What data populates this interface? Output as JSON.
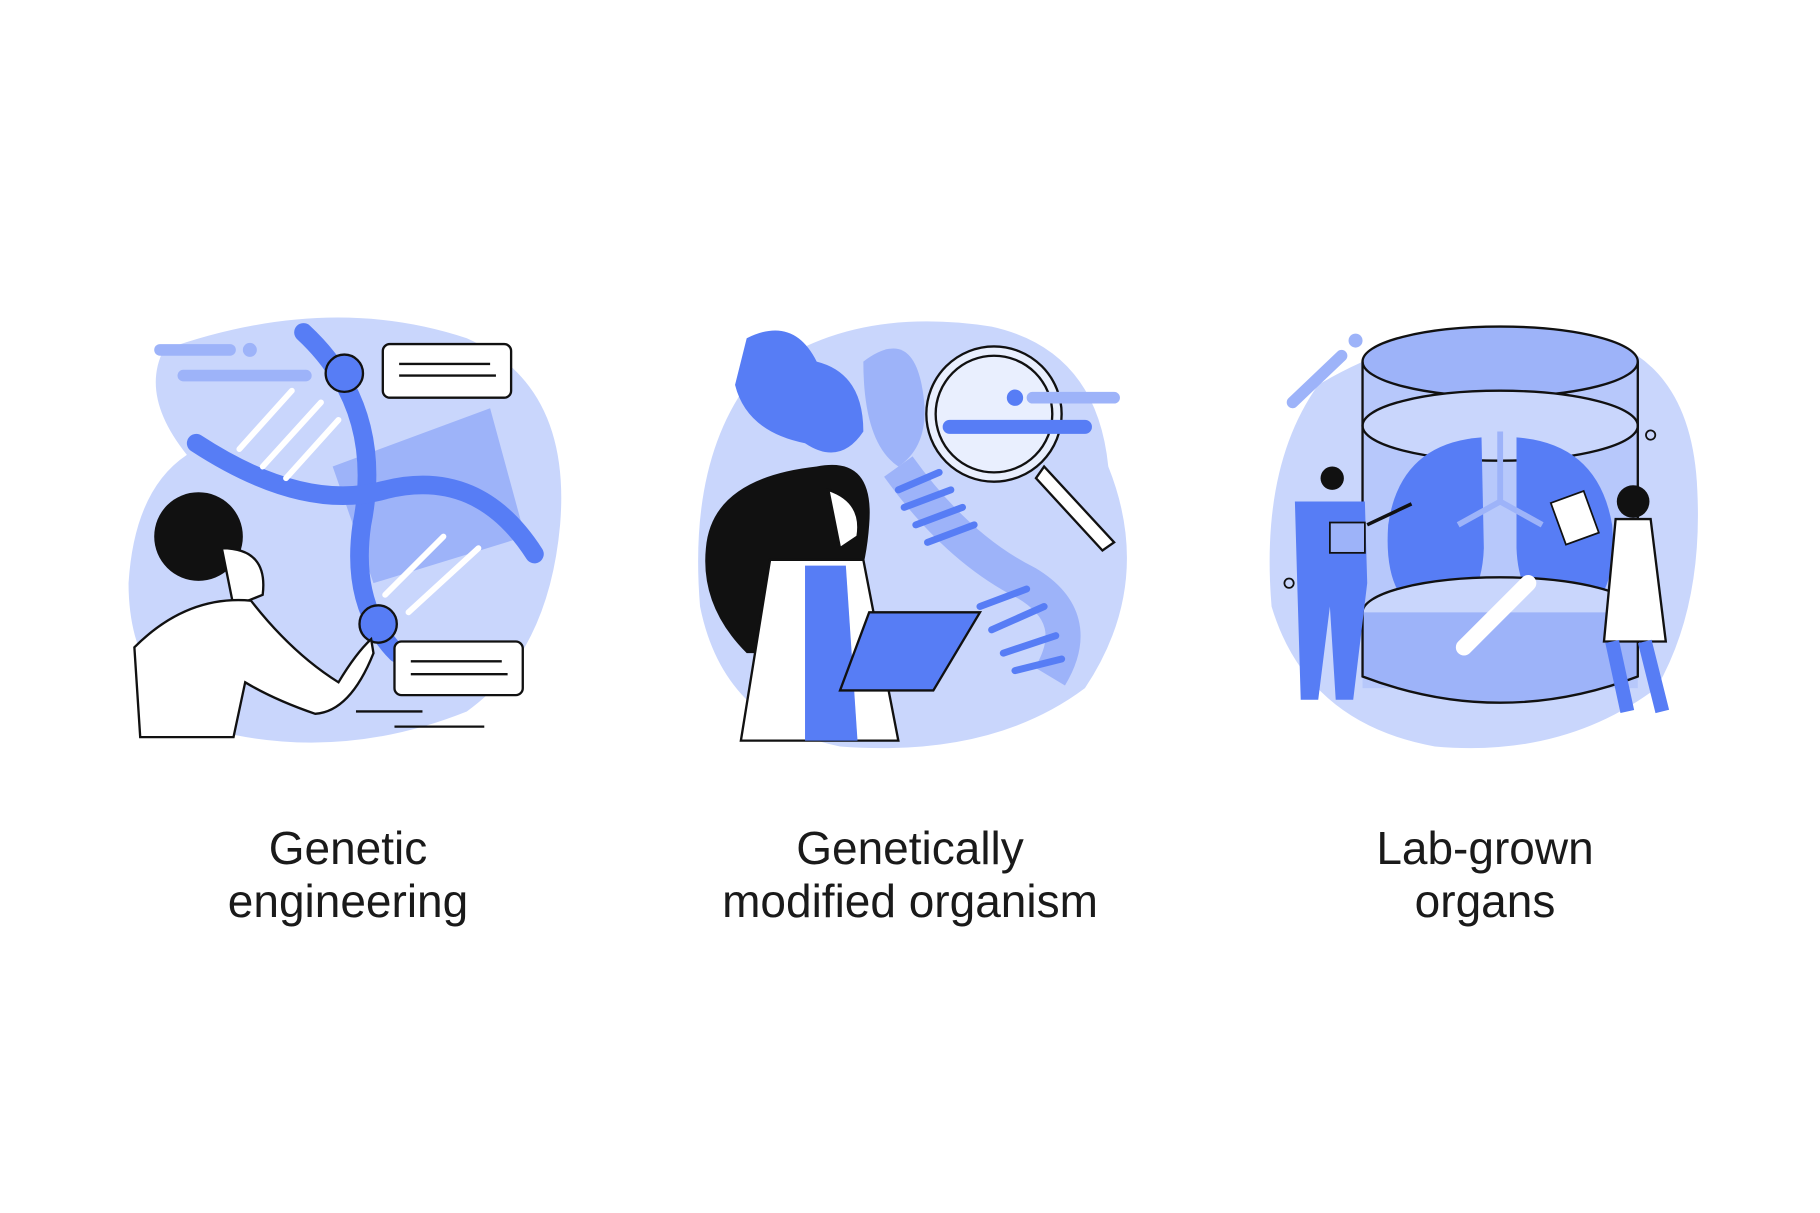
{
  "colors": {
    "accent": "#577DF5",
    "light": "#C9D6FC",
    "mid": "#9DB3F9",
    "ink": "#111111"
  },
  "panels": [
    {
      "icon": "genetic-engineering-illustration",
      "title_line1": "Genetic",
      "title_line2": "engineering"
    },
    {
      "icon": "gmo-illustration",
      "title_line1": "Genetically",
      "title_line2": "modified organism"
    },
    {
      "icon": "lab-grown-organs-illustration",
      "title_line1": "Lab-grown",
      "title_line2": "organs"
    }
  ]
}
